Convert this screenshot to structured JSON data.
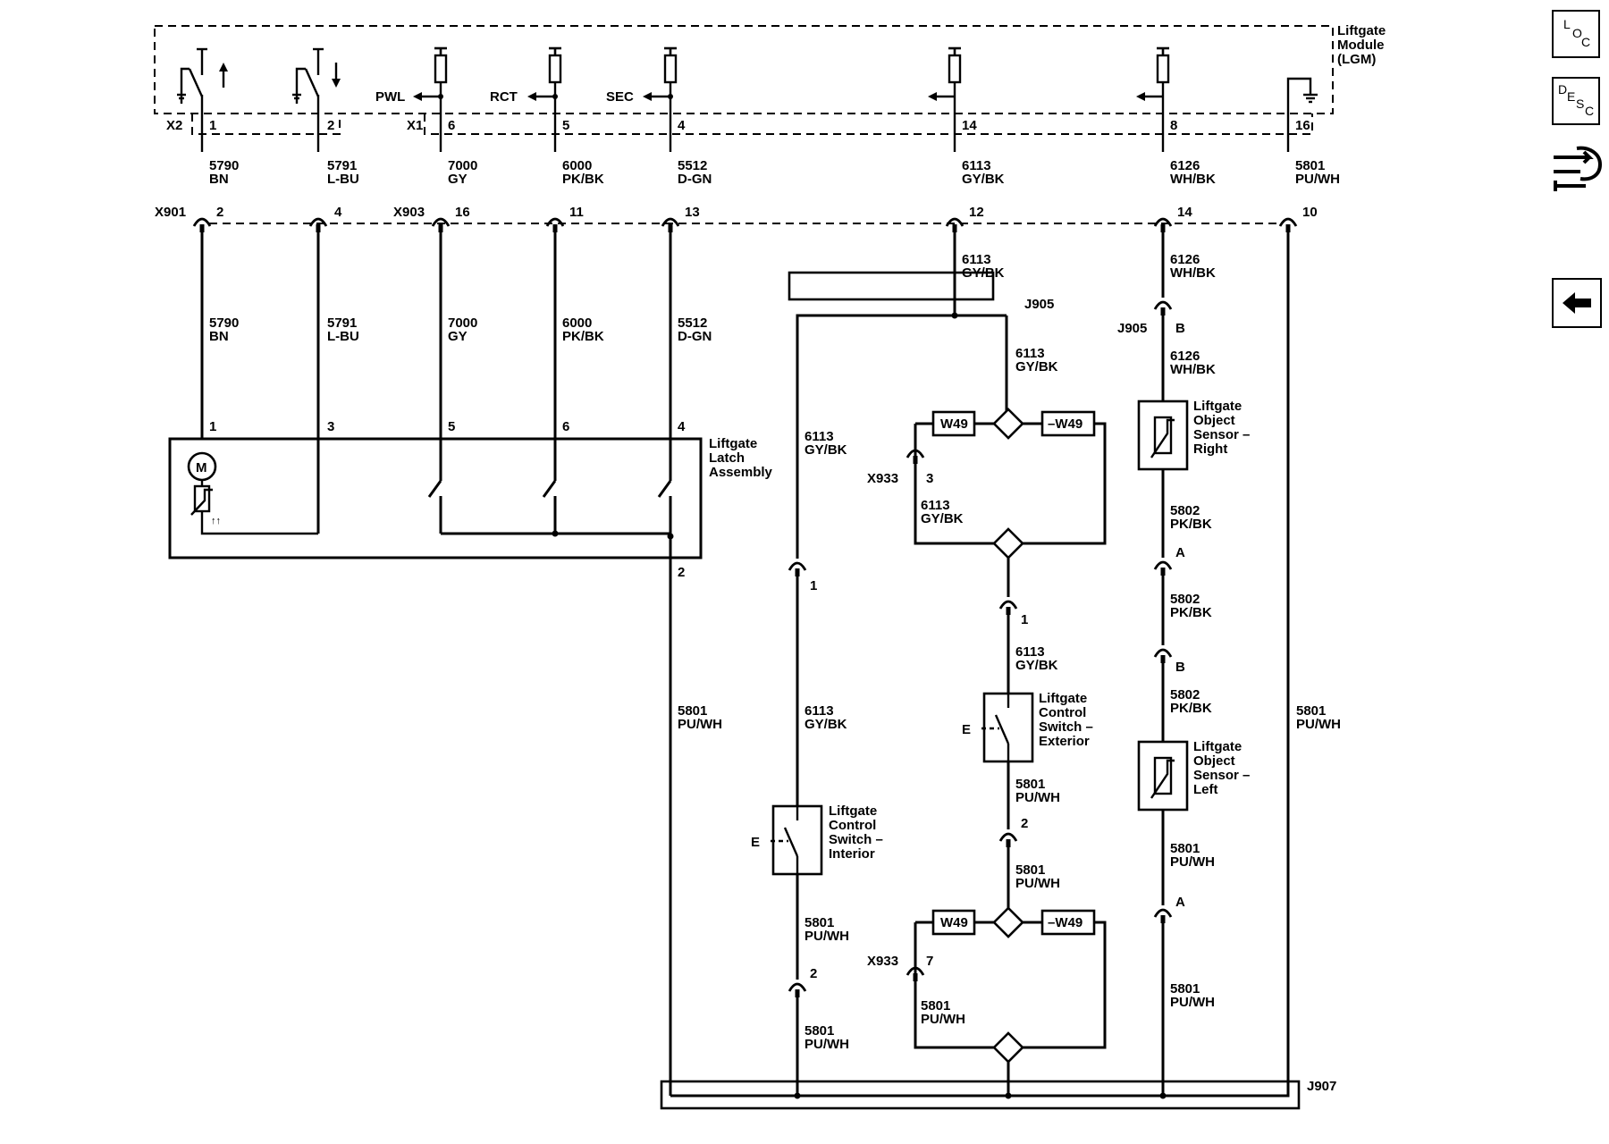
{
  "module": {
    "title": [
      "Liftgate",
      "Module",
      "(LGM)"
    ]
  },
  "connectors": {
    "x2": "X2",
    "x1": "X1",
    "x901": "X901",
    "x903": "X903",
    "x933": "X933",
    "j905": "J905",
    "j907": "J907"
  },
  "signals": {
    "pwl": "PWL",
    "rct": "RCT",
    "sec": "SEC"
  },
  "pins": {
    "lgm": [
      "1",
      "2",
      "6",
      "5",
      "4",
      "14",
      "8",
      "16"
    ],
    "x901_x903": [
      "2",
      "4",
      "16",
      "11",
      "13",
      "12",
      "14",
      "10"
    ],
    "latch": [
      "1",
      "3",
      "5",
      "6",
      "4",
      "2"
    ],
    "x933_a": "3",
    "x933_b": "7",
    "int_sw_top": "1",
    "int_sw_bot": "2",
    "ext_sw_top": "1",
    "ext_sw_bot": "2",
    "j905_b": "B",
    "s_a1": "A",
    "s_b": "B",
    "s_a2": "A"
  },
  "wires": {
    "w5790": [
      "5790",
      "BN"
    ],
    "w5791": [
      "5791",
      "L-BU"
    ],
    "w7000": [
      "7000",
      "GY"
    ],
    "w6000": [
      "6000",
      "PK/BK"
    ],
    "w5512": [
      "5512",
      "D-GN"
    ],
    "w6113": [
      "6113",
      "GY/BK"
    ],
    "w6126": [
      "6126",
      "WH/BK"
    ],
    "w5801": [
      "5801",
      "PU/WH"
    ],
    "w5802": [
      "5802",
      "PK/BK"
    ]
  },
  "options": {
    "w49": "W49",
    "not_w49": "–W49"
  },
  "components": {
    "latch": [
      "Liftgate",
      "Latch",
      "Assembly"
    ],
    "sensor_right": [
      "Liftgate",
      "Object",
      "Sensor –",
      "Right"
    ],
    "sensor_left": [
      "Liftgate",
      "Object",
      "Sensor –",
      "Left"
    ],
    "switch_ext": [
      "Liftgate",
      "Control",
      "Switch –",
      "Exterior"
    ],
    "switch_int": [
      "Liftgate",
      "Control",
      "Switch –",
      "Interior"
    ],
    "motor": "M",
    "switch_e": "E"
  },
  "nav": {
    "loc": [
      "L",
      "O",
      "C"
    ],
    "desc": [
      "D",
      "E",
      "S",
      "C"
    ],
    "connector_icon": "connector-end-view-icon",
    "back_icon": "back-arrow-icon"
  }
}
